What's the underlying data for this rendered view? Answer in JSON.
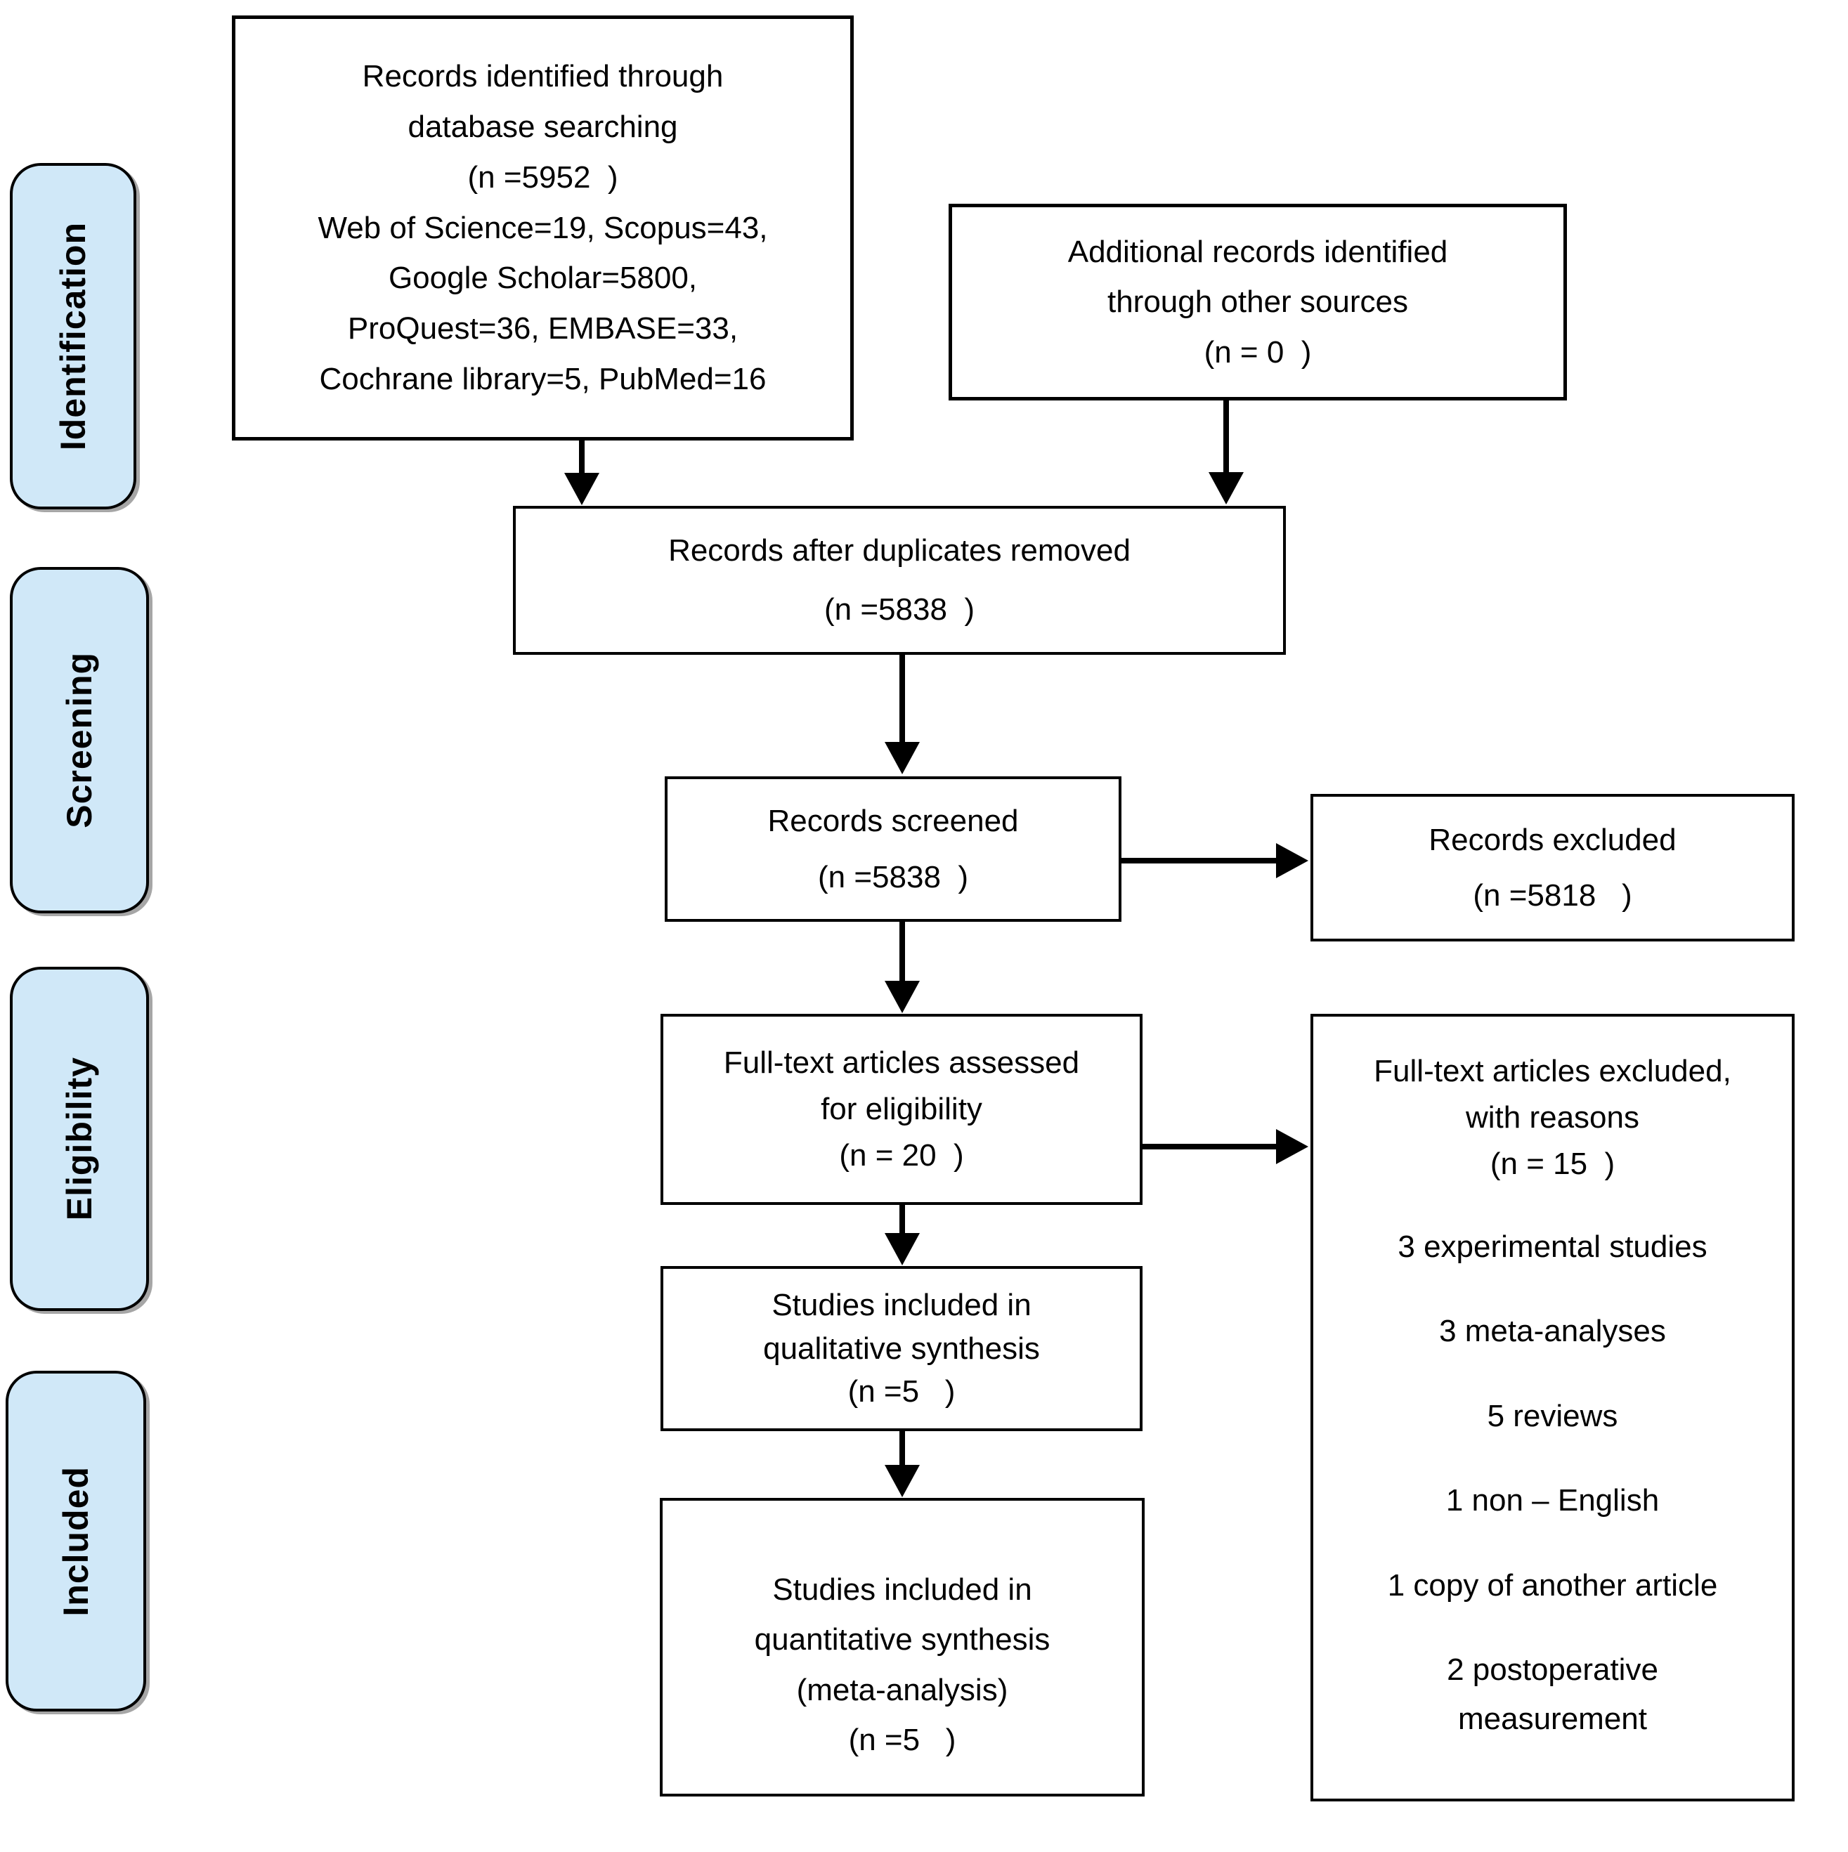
{
  "title": "PRISMA flow diagram",
  "colors": {
    "stage_fill": "#d0e8f8",
    "border": "#000000",
    "background": "#ffffff"
  },
  "sidebar": {
    "stages": [
      {
        "label": "Identification"
      },
      {
        "label": "Screening"
      },
      {
        "label": "Eligibility"
      },
      {
        "label": "Included"
      }
    ]
  },
  "flow": {
    "records_identified": {
      "lines": [
        "Records identified through",
        "database searching",
        "(n =5952  )",
        "Web of Science=19, Scopus=43,",
        "Google Scholar=5800,",
        "ProQuest=36, EMBASE=33,",
        "Cochrane library=5, PubMed=16"
      ]
    },
    "additional_records": {
      "lines": [
        "Additional records identified",
        "through other sources",
        "(n = 0  )"
      ]
    },
    "duplicates_removed": {
      "lines": [
        "Records after duplicates removed",
        "(n =5838  )"
      ]
    },
    "records_screened": {
      "lines": [
        "Records screened",
        "(n =5838  )"
      ]
    },
    "records_excluded": {
      "lines": [
        "Records excluded",
        "(n =5818   )"
      ]
    },
    "fulltext_assessed": {
      "lines": [
        "Full-text articles assessed",
        "for eligibility",
        "(n = 20  )"
      ]
    },
    "fulltext_excluded": {
      "lines": [
        "Full-text articles excluded,",
        "with reasons",
        "(n = 15  )"
      ],
      "reasons": [
        "3 experimental studies",
        "3 meta-analyses",
        "5 reviews",
        "1 non – English",
        "1 copy of another article",
        "2 postoperative measurement"
      ]
    },
    "qualitative": {
      "lines": [
        "Studies included in",
        "qualitative synthesis",
        "(n =5   )"
      ]
    },
    "quantitative": {
      "lines": [
        "Studies included in",
        "quantitative synthesis",
        "(meta-analysis)",
        "(n =5   )"
      ]
    }
  }
}
